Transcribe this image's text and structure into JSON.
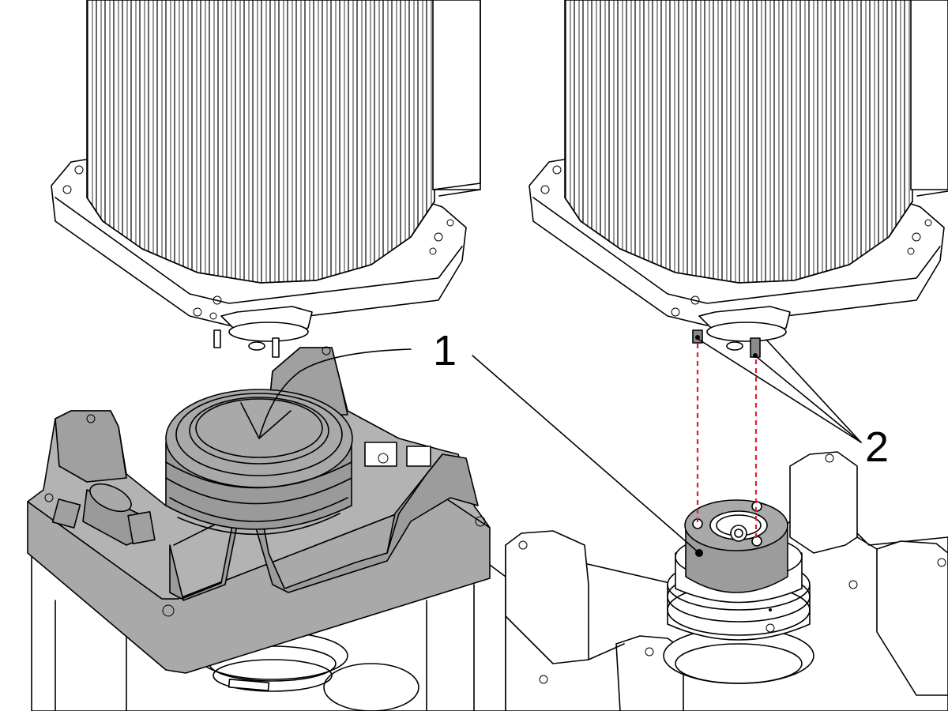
{
  "callouts": {
    "one": "1",
    "two": "2"
  },
  "colors": {
    "line": "#000000",
    "fixture_fill": "#a9a9a9",
    "fixture_shadow": "#8e8e8e",
    "part_fill": "#9c9c9c",
    "pin_fill": "#8a8a8a",
    "alignment_line": "#e0202a",
    "background": "#ffffff"
  },
  "icons": {
    "rotation_arrow": "curved-arrow-icon",
    "alignment": "dashed-alignment-line"
  }
}
